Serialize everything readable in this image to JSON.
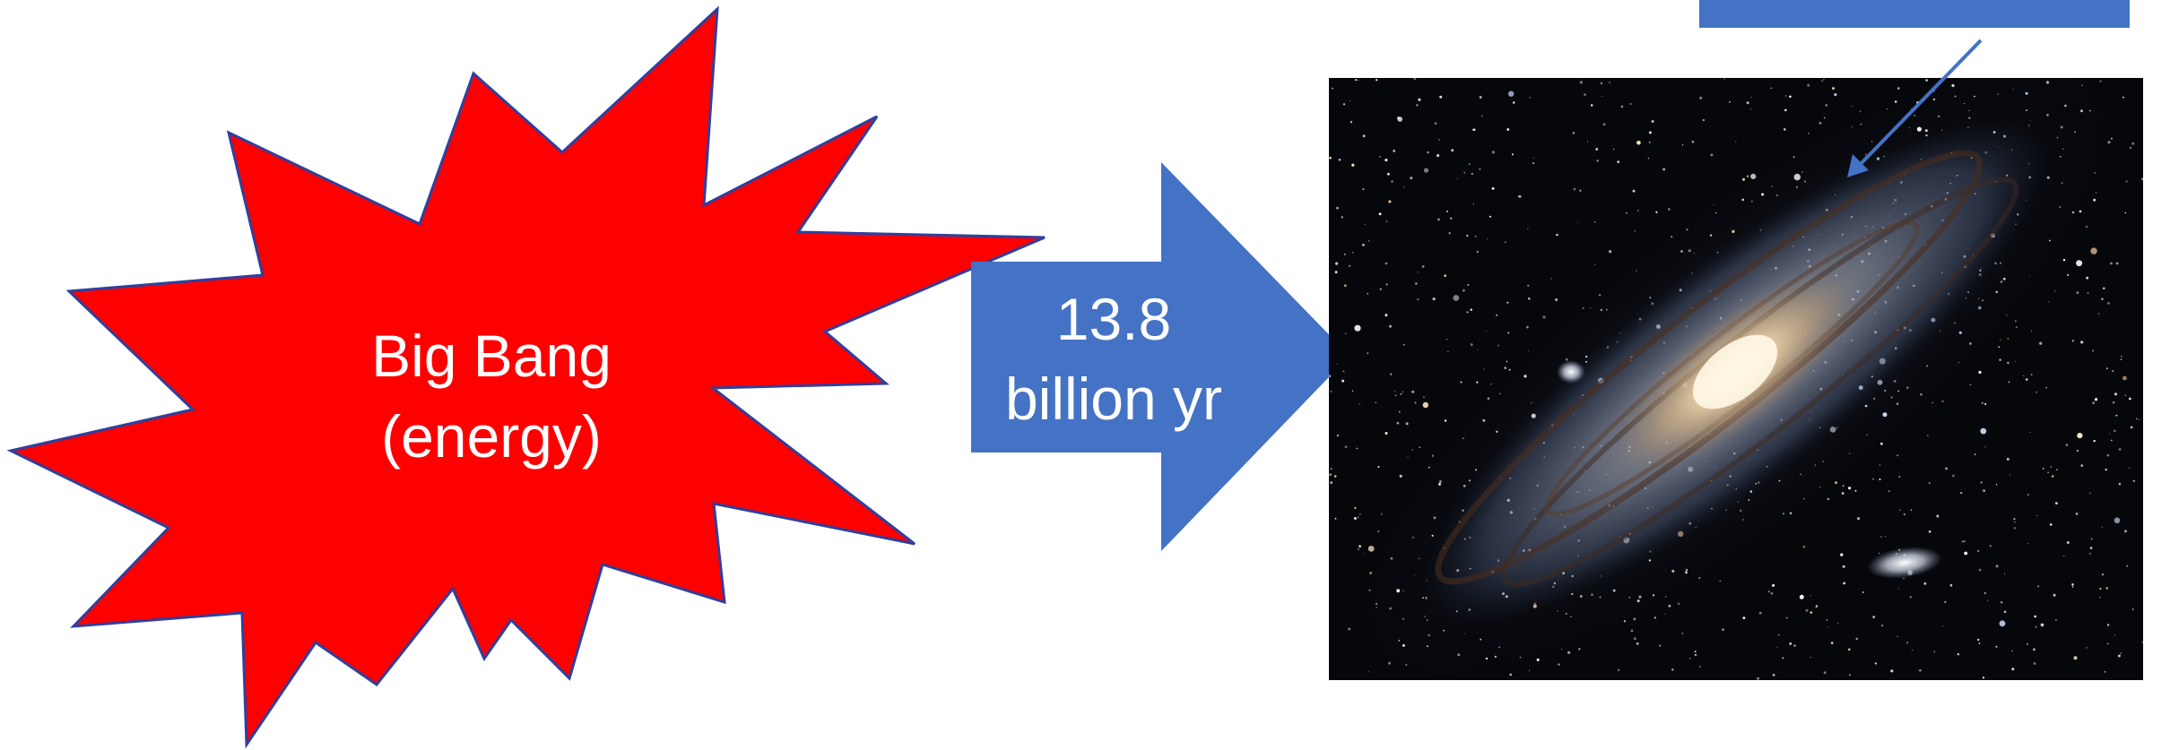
{
  "colors": {
    "explosion_fill": "#FF0000",
    "explosion_outline": "#2F3F9E",
    "arrow_fill": "#4472C4",
    "label_text": "#FFFFFF",
    "background": "#FFFFFF"
  },
  "explosion": {
    "line1": "Big Bang",
    "line2": "(energy)"
  },
  "arrow": {
    "line1": "13.8",
    "line2": "billion yr"
  },
  "galaxy": {
    "icon": "spiral-galaxy-photo-icon"
  },
  "callout": {
    "icon": "callout-box",
    "label": ""
  }
}
